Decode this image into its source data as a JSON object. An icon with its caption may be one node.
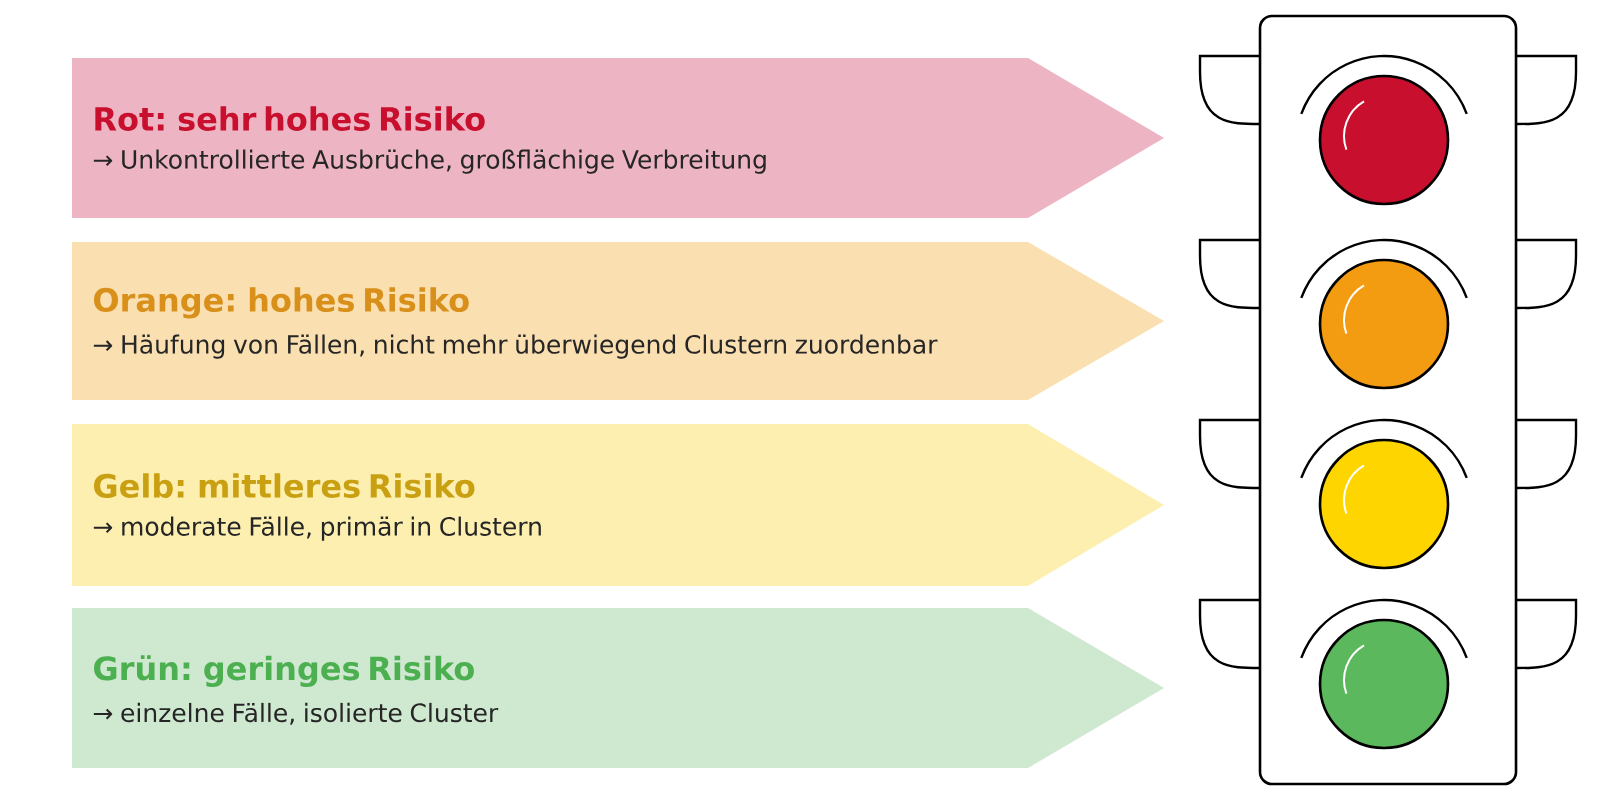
{
  "diagram": {
    "nodes": [
      {
        "text": [
          "Rot: sehr hohes Risiko",
          "→ Unkontrollierte Ausbrüche, großflächige Verbreitung"
        ]
      },
      {
        "text": [
          "Orange: hohes Risiko",
          "→ Häufung von Fällen, nicht mehr überwiegend Clustern zuordenbar"
        ]
      },
      {
        "text": [
          "Gelb: mittleres Risiko",
          "→ moderate Fälle, primär in Clustern"
        ]
      },
      {
        "text": [
          "Grün: geringes Risiko",
          "→ einzelne Fälle, isolierte Cluster"
        ]
      }
    ]
  }
}
